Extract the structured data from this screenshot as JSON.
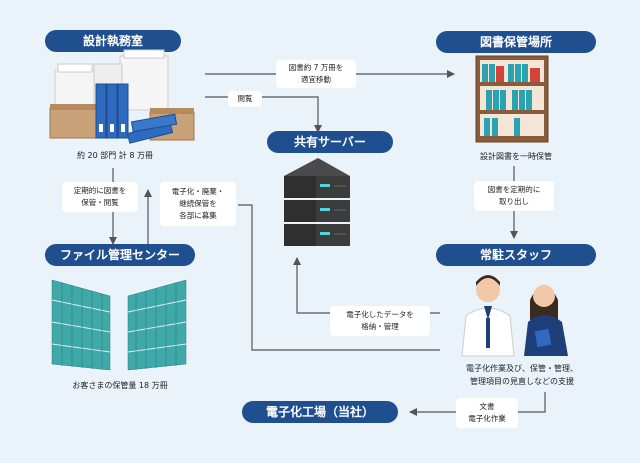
{
  "nodes": {
    "design_office": "設計執務室",
    "archive": "図書保管場所",
    "shared_server": "共有サーバー",
    "file_center": "ファイル管理センター",
    "resident_staff": "常駐スタッフ",
    "digitize_factory": "電子化工場（当社）"
  },
  "captions": {
    "design_office": "約 20 部門 計 8 万冊",
    "archive": "設計図書を一時保管",
    "file_center": "お客さまの保管量 18 万冊",
    "staff": "電子化作業及び、保管・管理、\n管理項目の見直しなどの支援"
  },
  "labels": {
    "move": "図書約 7 万冊を\n適宜移動",
    "browse": "閲覧",
    "periodic_storage": "定期的に図書を\n保管・閲覧",
    "recruit": "電子化・廃棄・\n継続保管を\n各部に募集",
    "take_out": "図書を定期的に\n取り出し",
    "store_manage": "電子化したデータを\n格納・管理",
    "digitize_work": "文書\n電子化作業"
  },
  "colors": {
    "navy": "#1f4f8f",
    "background": "#eaf3fa",
    "arrow": "#555555"
  }
}
